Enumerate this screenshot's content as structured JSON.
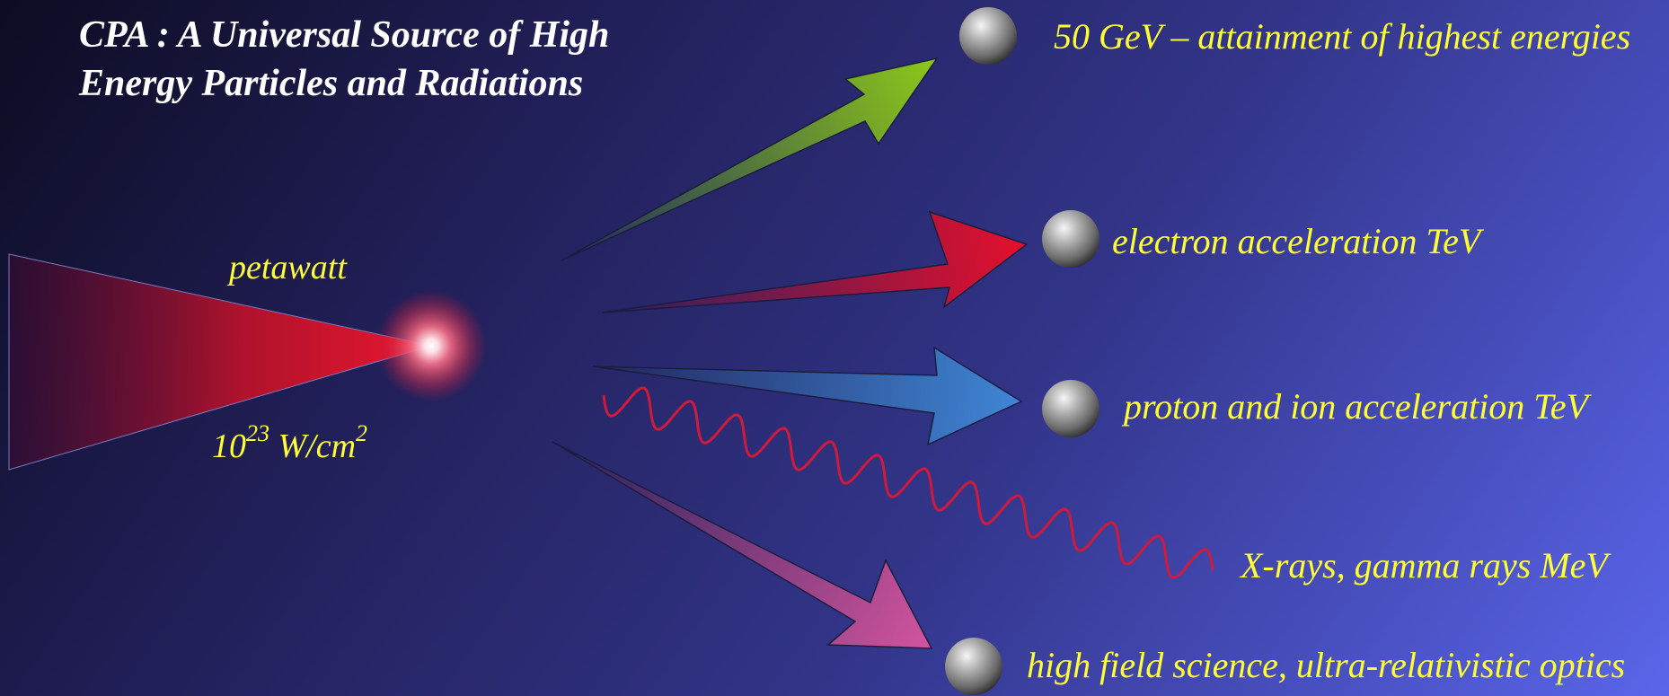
{
  "title": {
    "line1": "CPA :  A Universal Source of  High",
    "line2": "Energy Particles and Radiations"
  },
  "source": {
    "label": "petawatt",
    "intensity_base": "10",
    "intensity_exp": "23",
    "intensity_unit": " W/cm",
    "intensity_unit_exp": "2"
  },
  "outputs": [
    {
      "label": "50 GeV – attainment of highest energies",
      "color": "#8ac41c"
    },
    {
      "label": "electron acceleration TeV",
      "color": "#e0102c"
    },
    {
      "label": "proton and ion acceleration TeV",
      "color": "#3d82d4"
    },
    {
      "label": "X-rays, gamma rays MeV",
      "color": "#d01a3a"
    },
    {
      "label": "high field science, ultra-relativistic optics",
      "color": "#c8509a"
    }
  ],
  "colors": {
    "background_dark": "#0c0c22",
    "background_light": "#5a66ea",
    "title_text": "#ffffff",
    "label_text": "#ffff33",
    "beam": "#d8102a"
  }
}
